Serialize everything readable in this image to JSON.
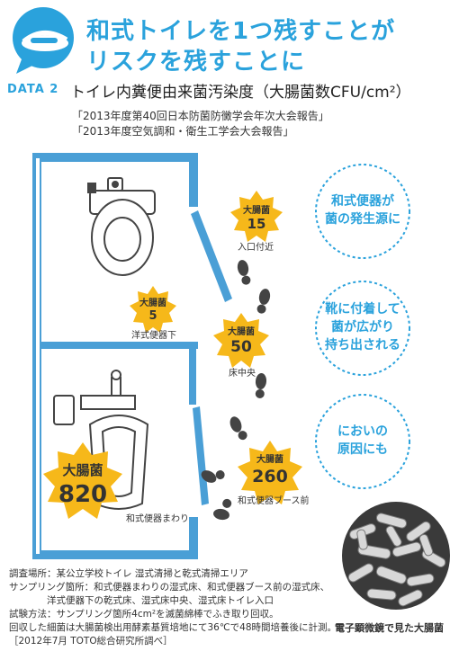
{
  "header": {
    "title_line1": "和式トイレを1つ残すことが",
    "title_line2": "リスクを残すことに"
  },
  "data_tag": "DATA 2",
  "data_title": "トイレ内糞便由来菌汚染度（大腸菌数CFU/cm²）",
  "sources": [
    "「2013年度第40回日本防菌防黴学会年次大会報告」",
    "「2013年度空気調和・衛生工学会大会報告」"
  ],
  "measurements": [
    {
      "label": "大腸菌",
      "value": "15",
      "location": "入口付近"
    },
    {
      "label": "大腸菌",
      "value": "5",
      "location": "洋式便器下"
    },
    {
      "label": "大腸菌",
      "value": "50",
      "location": "床中央"
    },
    {
      "label": "大腸菌",
      "value": "260",
      "location": "和式便器ブース前"
    },
    {
      "label": "大腸菌",
      "value": "820",
      "location": "和式便器まわり"
    }
  ],
  "callouts": [
    {
      "line1": "和式便器が",
      "line2": "菌の発生源に",
      "line3": ""
    },
    {
      "line1": "靴に付着して",
      "line2": "菌が広がり",
      "line3": "持ち出される"
    },
    {
      "line1": "においの",
      "line2": "原因にも",
      "line3": ""
    }
  ],
  "notes": [
    "調査場所：某公立学校トイレ 湿式清掃と乾式清掃エリア",
    "サンプリング箇所：和式便器まわりの湿式床、和式便器ブース前の湿式床、",
    "　　　　洋式便器下の乾式床、湿式床中央、湿式床トイレ入口",
    "試験方法：サンプリング箇所4cm²を滅菌綿棒でふき取り回収。",
    "回収した細菌は大腸菌検出用酵素基質培地にて36℃で48時間培養後に計測。",
    "［2012年7月 TOTO総合研究所調べ］"
  ],
  "photo_caption": "電子顕微鏡で見た大腸菌",
  "colors": {
    "accent_blue": "#2aa2dc",
    "burst_yellow": "#f6b81a",
    "wall_blue": "#4a9fd6"
  }
}
